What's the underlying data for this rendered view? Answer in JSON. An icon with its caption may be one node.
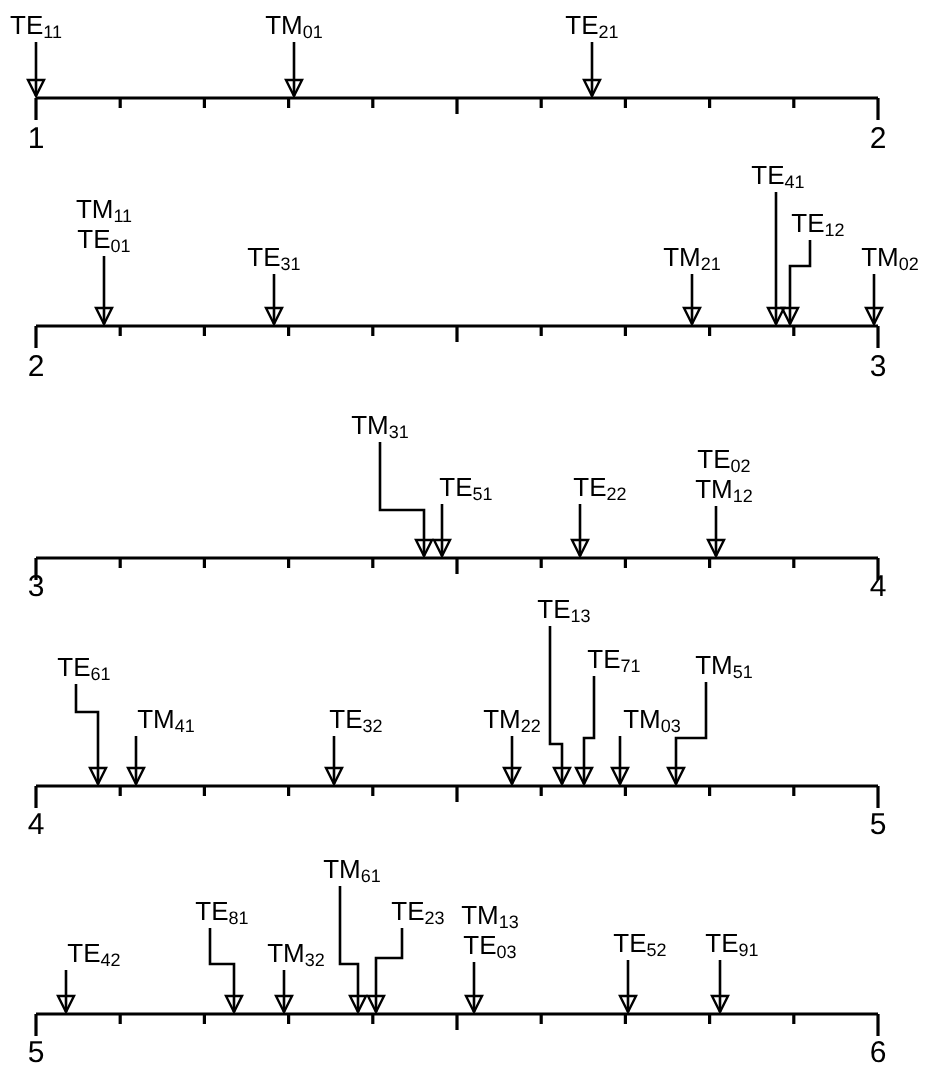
{
  "diagram": {
    "nodes": [
      {
        "text": [
          "TE$_{11}$"
        ]
      },
      {
        "text": [
          "TM$_{01}$"
        ]
      },
      {
        "text": [
          "TE$_{21}$"
        ]
      },
      {
        "text": [
          "TM$_{11}$",
          "TE$_{01}$"
        ]
      },
      {
        "text": [
          "TE$_{31}$"
        ]
      },
      {
        "text": [
          "TM$_{21}$"
        ]
      },
      {
        "text": [
          "TE$_{41}$"
        ]
      },
      {
        "text": [
          "TE$_{12}$"
        ]
      },
      {
        "text": [
          "TM$_{02}$"
        ]
      },
      {
        "text": [
          "TM$_{31}$"
        ]
      },
      {
        "text": [
          "TE$_{51}$"
        ]
      },
      {
        "text": [
          "TE$_{22}$"
        ]
      },
      {
        "text": [
          "TE$_{02}$",
          "TM$_{12}$"
        ]
      },
      {
        "text": [
          "TE$_{61}$"
        ]
      },
      {
        "text": [
          "TM$_{41}$"
        ]
      },
      {
        "text": [
          "TE$_{32}$"
        ]
      },
      {
        "text": [
          "TM$_{22}$"
        ]
      },
      {
        "text": [
          "TE$_{13}$"
        ]
      },
      {
        "text": [
          "TE$_{71}$"
        ]
      },
      {
        "text": [
          "TM$_{03}$"
        ]
      },
      {
        "text": [
          "TM$_{51}$"
        ]
      },
      {
        "text": [
          "TE$_{42}$"
        ]
      },
      {
        "text": [
          "TE$_{81}$"
        ]
      },
      {
        "text": [
          "TM$_{32}$"
        ]
      },
      {
        "text": [
          "TM$_{61}$"
        ]
      },
      {
        "text": [
          "TE$_{23}$"
        ]
      },
      {
        "text": [
          "TM$_{13}$",
          "TE$_{03}$"
        ]
      },
      {
        "text": [
          "TE$_{52}$"
        ]
      },
      {
        "text": [
          "TE$_{91}$"
        ]
      },
      {
        "text": [],
        "shape": "bar"
      },
      {
        "text": [],
        "shape": "bar"
      },
      {
        "text": [],
        "shape": "bar"
      },
      {
        "text": [],
        "shape": "bar"
      },
      {
        "text": [],
        "shape": "bar"
      }
    ],
    "edges": [
      {
        "from": 0,
        "to": 29,
        "arrow": "to"
      },
      {
        "from": 1,
        "to": 29,
        "arrow": "to"
      },
      {
        "from": 2,
        "to": 29,
        "arrow": "to"
      },
      {
        "from": 3,
        "to": 30,
        "arrow": "to"
      },
      {
        "from": 4,
        "to": 30,
        "arrow": "to"
      },
      {
        "from": 5,
        "to": 30,
        "arrow": "to"
      },
      {
        "from": 6,
        "to": 30,
        "arrow": "to"
      },
      {
        "from": 7,
        "to": 30,
        "arrow": "to"
      },
      {
        "from": 8,
        "to": 30,
        "arrow": "to"
      },
      {
        "from": 9,
        "to": 31,
        "arrow": "to"
      },
      {
        "from": 10,
        "to": 31,
        "arrow": "to"
      },
      {
        "from": 11,
        "to": 31,
        "arrow": "to"
      },
      {
        "from": 12,
        "to": 31,
        "arrow": "to"
      },
      {
        "from": 13,
        "to": 32,
        "arrow": "to"
      },
      {
        "from": 14,
        "to": 32,
        "arrow": "to"
      },
      {
        "from": 15,
        "to": 32,
        "arrow": "to"
      },
      {
        "from": 16,
        "to": 32,
        "arrow": "to"
      },
      {
        "from": 17,
        "to": 32,
        "arrow": "to"
      },
      {
        "from": 18,
        "to": 32,
        "arrow": "to"
      },
      {
        "from": 19,
        "to": 32,
        "arrow": "to"
      },
      {
        "from": 20,
        "to": 32,
        "arrow": "to"
      },
      {
        "from": 21,
        "to": 33,
        "arrow": "to"
      },
      {
        "from": 22,
        "to": 33,
        "arrow": "to"
      },
      {
        "from": 23,
        "to": 33,
        "arrow": "to"
      },
      {
        "from": 24,
        "to": 33,
        "arrow": "to"
      },
      {
        "from": 25,
        "to": 33,
        "arrow": "to"
      },
      {
        "from": 26,
        "to": 33,
        "arrow": "to"
      },
      {
        "from": 27,
        "to": 33,
        "arrow": "to"
      },
      {
        "from": 28,
        "to": 33,
        "arrow": "to"
      }
    ],
    "labels": [
      "1",
      "2",
      "2",
      "3",
      "3",
      "4",
      "4",
      "5",
      "5",
      "6"
    ]
  }
}
